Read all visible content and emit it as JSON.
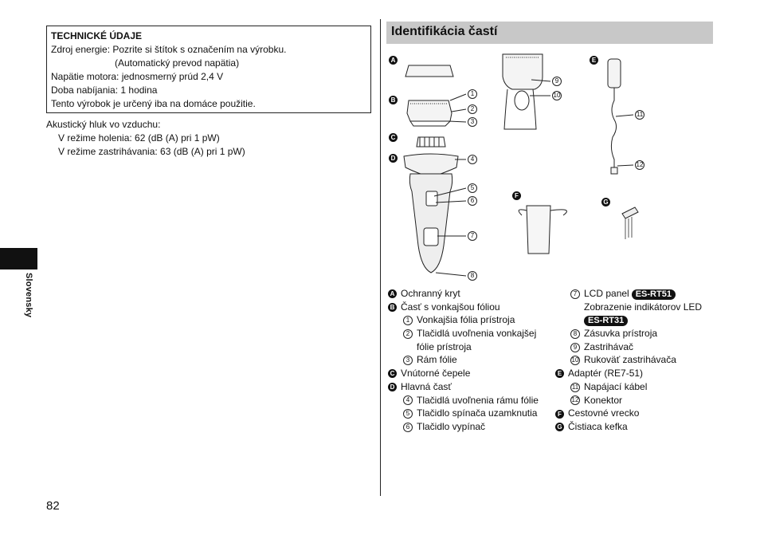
{
  "specs": {
    "heading": "TECHNICKÉ ÚDAJE",
    "lines": [
      "Zdroj energie: Pozrite si štítok s označením na výrobku.",
      "(Automatický prevod napätia)",
      "Napätie motora: jednosmerný prúd 2,4 V",
      "Doba nabíjania: 1 hodina",
      "Tento výrobok je určený iba na domáce použitie."
    ]
  },
  "noise": {
    "heading": "Akustický hluk vo vzduchu:",
    "shaving": "V režime holenia: 62 (dB (A) pri 1 pW)",
    "trimming": "V režime zastrihávania: 63 (dB (A) pri 1 pW)"
  },
  "sidebar": {
    "language": "Slovensky"
  },
  "page_number": "82",
  "section": {
    "title": "Identifikácia častí"
  },
  "figure": {
    "letters": [
      "A",
      "B",
      "C",
      "D",
      "E",
      "F",
      "G"
    ],
    "numbers": [
      "1",
      "2",
      "3",
      "4",
      "5",
      "6",
      "7",
      "8",
      "9",
      "10",
      "11",
      "12"
    ]
  },
  "legend": {
    "A": {
      "badge": "A",
      "label": "Ochranný kryt"
    },
    "B": {
      "badge": "B",
      "label": "Časť s vonkajšou fóliou"
    },
    "n1": {
      "num": "1",
      "label": "Vonkajšia fólia prístroja"
    },
    "n2": {
      "num": "2",
      "label": "Tlačidlá uvoľnenia vonkajšej",
      "label2": "fólie prístroja"
    },
    "n3": {
      "num": "3",
      "label": "Rám fólie"
    },
    "C": {
      "badge": "C",
      "label": "Vnútorné čepele"
    },
    "D": {
      "badge": "D",
      "label": "Hlavná časť"
    },
    "n4": {
      "num": "4",
      "label": "Tlačidlá uvoľnenia rámu fólie"
    },
    "n5": {
      "num": "5",
      "label": "Tlačidlo spínača uzamknutia"
    },
    "n6": {
      "num": "6",
      "label": "Tlačidlo vypínač"
    },
    "n7": {
      "num": "7",
      "label": "LCD panel",
      "tag": "ES-RT51",
      "label2": "Zobrazenie indikátorov LED",
      "tag2": "ES-RT31"
    },
    "n8": {
      "num": "8",
      "label": "Zásuvka prístroja"
    },
    "n9": {
      "num": "9",
      "label": "Zastrihávač"
    },
    "n10": {
      "num": "10",
      "label": "Rukoväť zastrihávača"
    },
    "E": {
      "badge": "E",
      "label": "Adaptér (RE7-51)"
    },
    "n11": {
      "num": "11",
      "label": "Napájací kábel"
    },
    "n12": {
      "num": "12",
      "label": "Konektor"
    },
    "F": {
      "badge": "F",
      "label": "Cestovné vrecko"
    },
    "G": {
      "badge": "G",
      "label": "Čistiaca kefka"
    }
  }
}
